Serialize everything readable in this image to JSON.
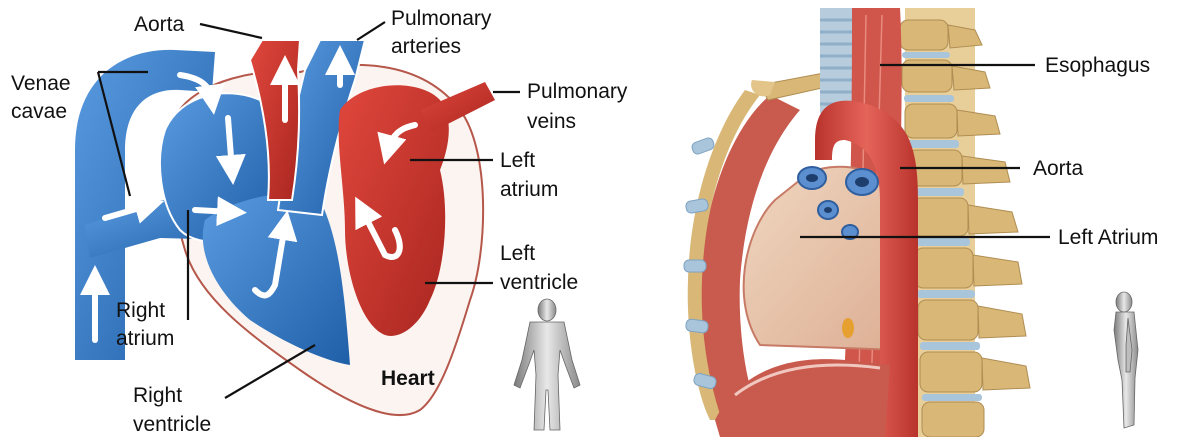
{
  "left_panel": {
    "labels": {
      "aorta": "Aorta",
      "pulmonary_arteries_l1": "Pulmonary",
      "pulmonary_arteries_l2": "arteries",
      "venae_cavae_l1": "Venae",
      "venae_cavae_l2": "cavae",
      "pulmonary_veins_l1": "Pulmonary",
      "pulmonary_veins_l2": "veins",
      "left_atrium_l1": "Left",
      "left_atrium_l2": "atrium",
      "left_ventricle_l1": "Left",
      "left_ventricle_l2": "ventricle",
      "right_atrium_l1": "Right",
      "right_atrium_l2": "atrium",
      "right_ventricle_l1": "Right",
      "right_ventricle_l2": "ventricle",
      "heart": "Heart"
    }
  },
  "right_panel": {
    "labels": {
      "esophagus": "Esophagus",
      "aorta": "Aorta",
      "left_atrium": "Left Atrium"
    }
  },
  "colors": {
    "deoxygenated_blue": "#2f74c0",
    "oxygenated_red": "#c9302a",
    "pericardium_outline": "#b5574a",
    "spine_bone": "#d9b877",
    "disc_blue": "#a9c5dc",
    "muscle_red": "#c85a4e",
    "atrium_beige": "#e9c7ad"
  }
}
